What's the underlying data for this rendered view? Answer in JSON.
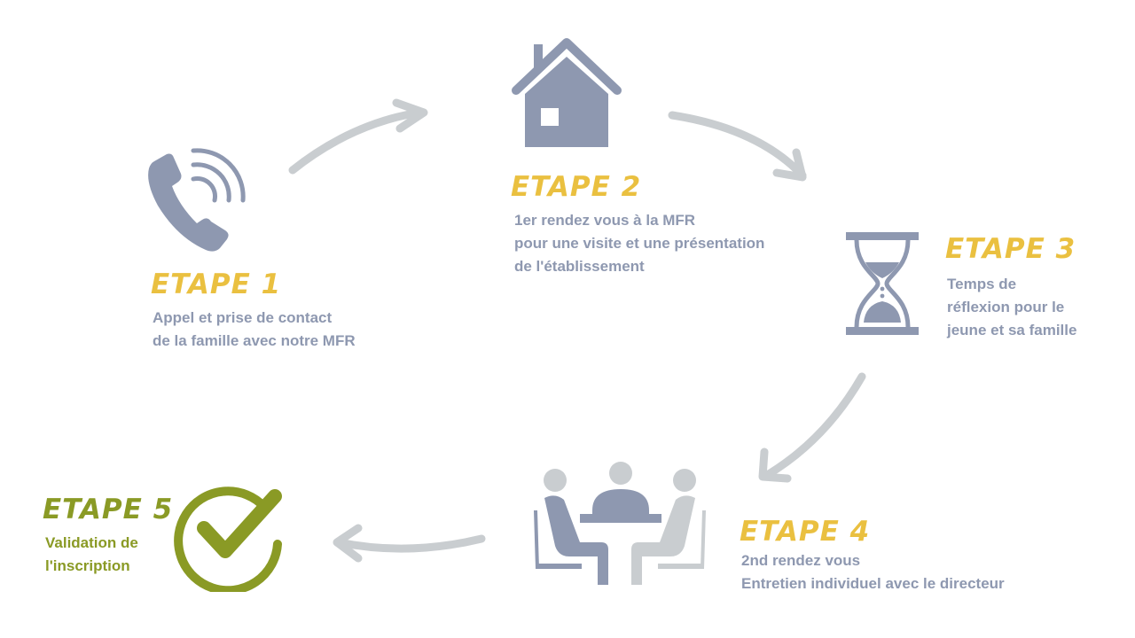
{
  "colors": {
    "step_title": "#eac040",
    "step_text": "#8e98b0",
    "final_accent": "#8a9a25",
    "icon": "#8e98b0",
    "icon_light": "#c9cdd0",
    "arrow": "#c9cdd0"
  },
  "steps": [
    {
      "title": "ETAPE 1",
      "lines": [
        "Appel et prise de contact",
        "de la famille avec notre MFR"
      ],
      "icon": "phone-icon"
    },
    {
      "title": "ETAPE 2",
      "lines": [
        "1er rendez vous à la MFR",
        "pour une visite et une présentation",
        "de l'établissement"
      ],
      "icon": "house-icon"
    },
    {
      "title": "ETAPE 3",
      "lines": [
        "Temps de",
        "réflexion pour le",
        "jeune et sa famille"
      ],
      "icon": "hourglass-icon"
    },
    {
      "title": "ETAPE 4",
      "lines": [
        "2nd rendez vous",
        "Entretien individuel avec le directeur"
      ],
      "icon": "meeting-icon"
    },
    {
      "title": "ETAPE 5",
      "lines": [
        "Validation de",
        "l'inscription"
      ],
      "icon": "checkmark-icon"
    }
  ]
}
